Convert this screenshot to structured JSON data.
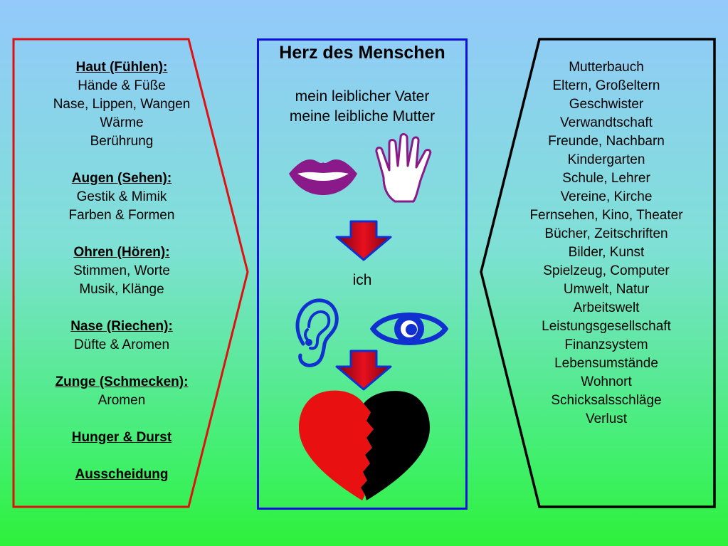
{
  "left_panel": {
    "sections": [
      {
        "heading": "Haut (Fühlen):",
        "lines": [
          "Hände & Füße",
          "Nase, Lippen, Wangen",
          "Wärme",
          "Berührung"
        ]
      },
      {
        "heading": "Augen (Sehen):",
        "lines": [
          "Gestik & Mimik",
          "Farben & Formen"
        ]
      },
      {
        "heading": "Ohren (Hören):",
        "lines": [
          "Stimmen, Worte",
          "Musik, Klänge"
        ]
      },
      {
        "heading": "Nase (Riechen):",
        "lines": [
          "Düfte & Aromen"
        ]
      },
      {
        "heading": "Zunge (Schmecken):",
        "lines": [
          "Aromen"
        ]
      },
      {
        "heading": "Hunger & Durst",
        "lines": []
      },
      {
        "heading": "Ausscheidung",
        "lines": []
      }
    ]
  },
  "center_panel": {
    "title": "Herz des Menschen",
    "subtitle_1": "mein leiblicher Vater",
    "subtitle_2": "meine leibliche Mutter",
    "middle_label": "ich"
  },
  "right_panel": {
    "items": [
      "Mutterbauch",
      "Eltern, Großeltern",
      "Geschwister",
      "Verwandtschaft",
      "Freunde, Nachbarn",
      "Kindergarten",
      "Schule, Lehrer",
      "Vereine, Kirche",
      "Fernsehen, Kino, Theater",
      "Bücher, Zeitschriften",
      "Bilder, Kunst",
      "Spielzeug, Computer",
      "Umwelt, Natur",
      "Arbeitswelt",
      "Leistungsgesellschaft",
      "Finanzsystem",
      "Lebensumstände",
      "Wohnort",
      "Schicksalsschläge",
      "Verlust"
    ]
  },
  "colors": {
    "left_border": "#e01010",
    "center_border": "#1010e0",
    "right_border": "#000000",
    "lips": "#8a1a8a",
    "hand": "#8a1a8a",
    "ear": "#1030d0",
    "eye": "#1030d0",
    "arrow": "#c00010",
    "heart_left": "#e81010",
    "heart_right": "#000000"
  },
  "icons": [
    "lips-icon",
    "hand-icon",
    "down-arrow-icon",
    "ear-icon",
    "eye-icon",
    "broken-heart-icon"
  ]
}
